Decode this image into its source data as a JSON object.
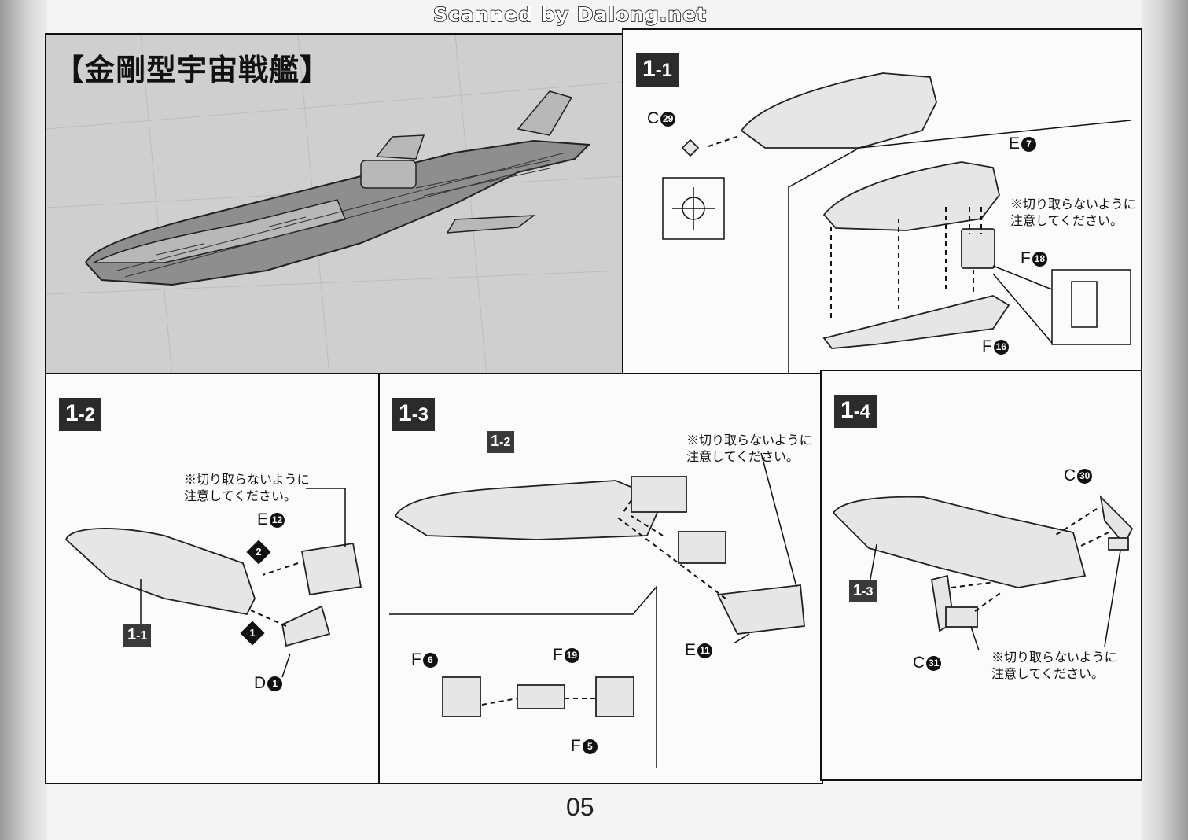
{
  "scan_credit": "Scanned by Dalong.net",
  "title": "【金剛型宇宙戦艦】",
  "page_number": "05",
  "steps": {
    "s1_1": {
      "major": "1",
      "minor": "-1"
    },
    "s1_2": {
      "major": "1",
      "minor": "-2"
    },
    "s1_3": {
      "major": "1",
      "minor": "-3"
    },
    "s1_4": {
      "major": "1",
      "minor": "-4"
    }
  },
  "refs": {
    "r1_1": {
      "major": "1",
      "minor": "-1"
    },
    "r1_2": {
      "major": "1",
      "minor": "-2"
    },
    "r1_3": {
      "major": "1",
      "minor": "-3"
    }
  },
  "caution_note": "※切り取らないように\n注意してください。",
  "parts": {
    "c29": {
      "letter": "C",
      "num": "29"
    },
    "e7": {
      "letter": "E",
      "num": "7"
    },
    "f18": {
      "letter": "F",
      "num": "18"
    },
    "f16": {
      "letter": "F",
      "num": "16"
    },
    "e12": {
      "letter": "E",
      "num": "12"
    },
    "d1": {
      "letter": "D",
      "num": "1"
    },
    "f6": {
      "letter": "F",
      "num": "6"
    },
    "f19": {
      "letter": "F",
      "num": "19"
    },
    "f5": {
      "letter": "F",
      "num": "5"
    },
    "e11": {
      "letter": "E",
      "num": "11"
    },
    "c30": {
      "letter": "C",
      "num": "30"
    },
    "c31": {
      "letter": "C",
      "num": "31"
    }
  },
  "order_marks": {
    "first": "1",
    "second": "2"
  },
  "colors": {
    "badge": "#2b2b2b",
    "line": "#111111",
    "hero_bg": "#cfcfcf"
  }
}
